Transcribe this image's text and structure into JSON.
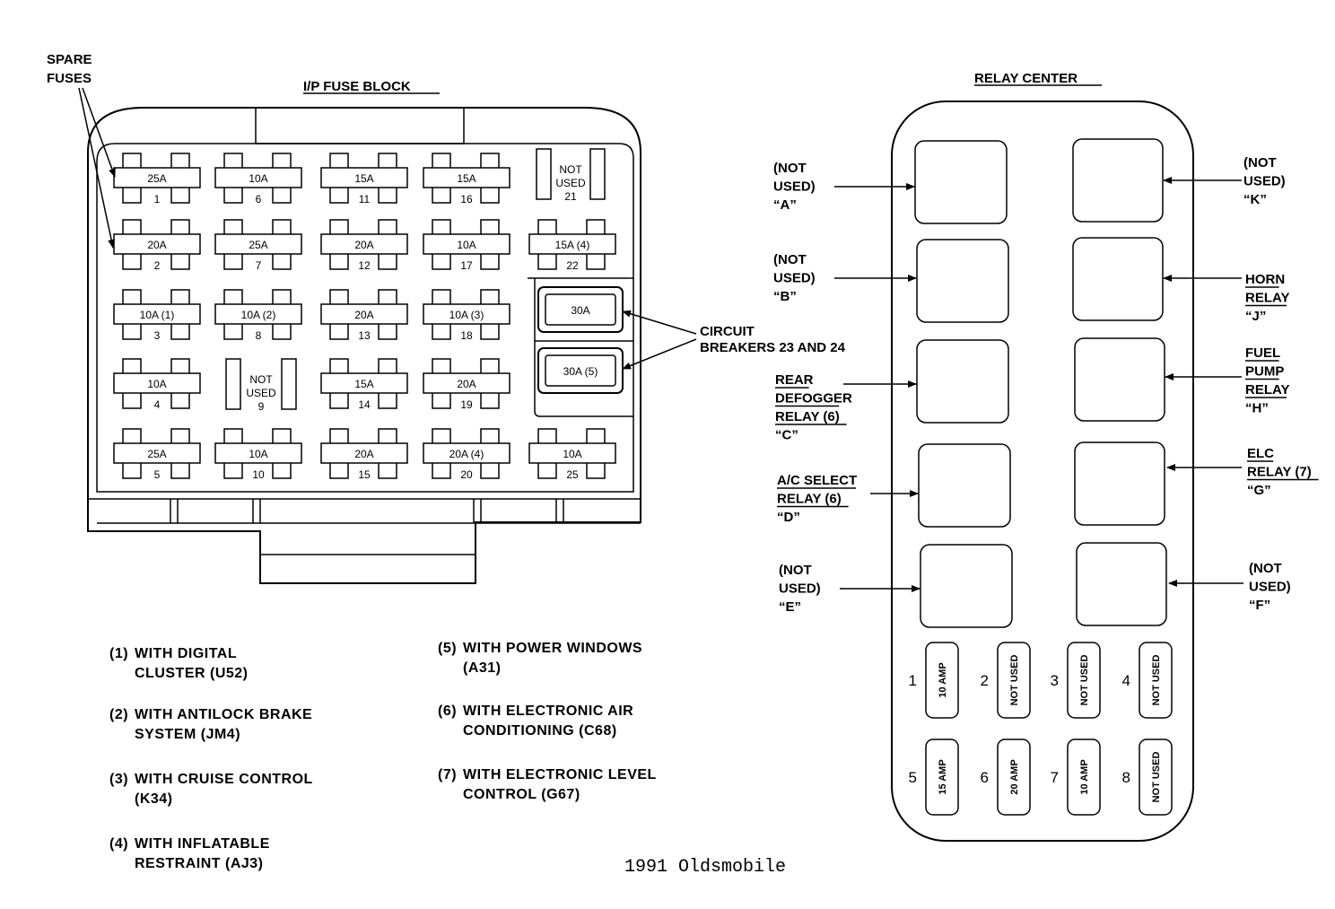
{
  "left_title": "I/P FUSE BLOCK",
  "right_title": "RELAY CENTER",
  "spare_label": [
    "SPARE",
    "FUSES"
  ],
  "breaker_label": [
    "CIRCUIT",
    "BREAKERS 23 AND 24"
  ],
  "fuses": [
    {
      "rating": "25A",
      "num": "1"
    },
    {
      "rating": "10A",
      "num": "6"
    },
    {
      "rating": "15A",
      "num": "11"
    },
    {
      "rating": "15A",
      "num": "16"
    },
    {
      "rating": "20A",
      "num": "2"
    },
    {
      "rating": "25A",
      "num": "7"
    },
    {
      "rating": "20A",
      "num": "12"
    },
    {
      "rating": "10A",
      "num": "17"
    },
    {
      "rating": "15A (4)",
      "num": "22"
    },
    {
      "rating": "10A (1)",
      "num": "3"
    },
    {
      "rating": "10A (2)",
      "num": "8"
    },
    {
      "rating": "20A",
      "num": "13"
    },
    {
      "rating": "10A (3)",
      "num": "18"
    },
    {
      "rating": "10A",
      "num": "4"
    },
    {
      "rating": "15A",
      "num": "14"
    },
    {
      "rating": "20A",
      "num": "19"
    },
    {
      "rating": "25A",
      "num": "5"
    },
    {
      "rating": "10A",
      "num": "10"
    },
    {
      "rating": "20A",
      "num": "15"
    },
    {
      "rating": "20A (4)",
      "num": "20"
    },
    {
      "rating": "10A",
      "num": "25"
    }
  ],
  "not_used_slots": [
    {
      "lines": [
        "NOT",
        "USED"
      ],
      "num": "21"
    },
    {
      "lines": [
        "NOT",
        "USED"
      ],
      "num": "9"
    }
  ],
  "breakers": [
    {
      "rating": "30A"
    },
    {
      "rating": "30A (5)"
    }
  ],
  "relay_labels": [
    {
      "lines": [
        "(NOT",
        "USED)",
        "“A”"
      ]
    },
    {
      "lines": [
        "(NOT",
        "USED)",
        "“B”"
      ]
    },
    {
      "lines": [
        "REAR",
        "DEFOGGER",
        "RELAY (6)",
        "“C”"
      ]
    },
    {
      "lines": [
        "A/C SELECT",
        "RELAY (6)",
        "“D”"
      ]
    },
    {
      "lines": [
        "(NOT",
        "USED)",
        "“E”"
      ]
    },
    {
      "lines": [
        "(NOT",
        "USED)",
        "“K”"
      ]
    },
    {
      "lines": [
        "HORN",
        "RELAY",
        "“J”"
      ]
    },
    {
      "lines": [
        "FUEL",
        "PUMP",
        "RELAY",
        "“H”"
      ]
    },
    {
      "lines": [
        "ELC",
        "RELAY (7)",
        "“G”"
      ]
    },
    {
      "lines": [
        "(NOT",
        "USED)",
        "“F”"
      ]
    }
  ],
  "relay_fuses": [
    {
      "num": "1",
      "label": "10 AMP"
    },
    {
      "num": "2",
      "label": "NOT USED"
    },
    {
      "num": "3",
      "label": "NOT USED"
    },
    {
      "num": "4",
      "label": "NOT USED"
    },
    {
      "num": "5",
      "label": "15 AMP"
    },
    {
      "num": "6",
      "label": "20 AMP"
    },
    {
      "num": "7",
      "label": "10 AMP"
    },
    {
      "num": "8",
      "label": "NOT USED"
    }
  ],
  "notes": [
    {
      "num": "(1)",
      "lines": [
        "WITH DIGITAL",
        "CLUSTER (U52)"
      ]
    },
    {
      "num": "(2)",
      "lines": [
        "WITH ANTILOCK BRAKE",
        "SYSTEM (JM4)"
      ]
    },
    {
      "num": "(3)",
      "lines": [
        "WITH CRUISE CONTROL",
        "(K34)"
      ]
    },
    {
      "num": "(4)",
      "lines": [
        "WITH INFLATABLE",
        "RESTRAINT (AJ3)"
      ]
    },
    {
      "num": "(5)",
      "lines": [
        "WITH POWER WINDOWS",
        "(A31)"
      ]
    },
    {
      "num": "(6)",
      "lines": [
        "WITH ELECTRONIC AIR",
        "CONDITIONING (C68)"
      ]
    },
    {
      "num": "(7)",
      "lines": [
        "WITH ELECTRONIC LEVEL",
        "CONTROL (G67)"
      ]
    }
  ],
  "footer": "1991 Oldsmobile"
}
